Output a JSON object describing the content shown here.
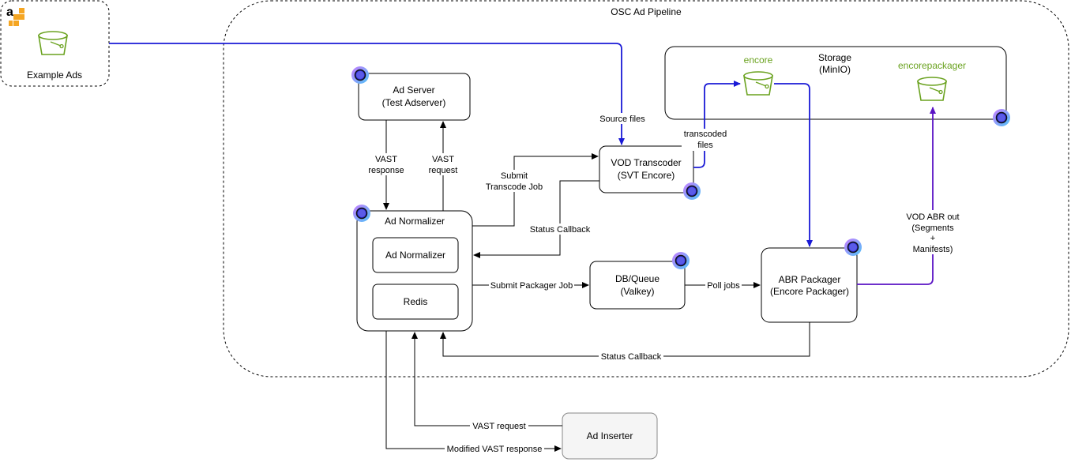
{
  "groups": {
    "pipeline": "OSC Ad Pipeline",
    "example_ads": "Example Ads",
    "storage": [
      "Storage",
      "(MinIO)"
    ]
  },
  "buckets": {
    "encore": "encore",
    "encorepackager": "encorepackager"
  },
  "nodes": {
    "ad_server": [
      "Ad Server",
      "(Test Adserver)"
    ],
    "vod_transcoder": [
      "VOD Transcoder",
      "(SVT Encore)"
    ],
    "ad_normalizer_outer": "Ad Normalizer",
    "ad_normalizer_inner": "Ad Normalizer",
    "redis": "Redis",
    "db_queue": [
      "DB/Queue",
      "(Valkey)"
    ],
    "abr_packager": [
      "ABR Packager",
      "(Encore Packager)"
    ],
    "ad_inserter": "Ad Inserter"
  },
  "edges": {
    "vast_response": [
      "VAST",
      "response"
    ],
    "vast_request_top": [
      "VAST",
      "request"
    ],
    "source_files": "Source files",
    "submit_transcode": [
      "Submit",
      "Transcode Job"
    ],
    "transcoded_files": [
      "transcoded",
      "files"
    ],
    "status_callback_top": "Status Callback",
    "submit_packager": "Submit Packager Job",
    "poll_jobs": "Poll jobs",
    "vod_abr_out": [
      "VOD ABR out",
      "(Segments",
      "+",
      "Manifests)"
    ],
    "status_callback_bottom": "Status Callback",
    "vast_request_bottom": "VAST request",
    "modified_vast_response": "Modified VAST response"
  },
  "colors": {
    "blue_flow": "#1a1ad6",
    "purple_flow": "#5a13c4",
    "bucket_green": "#6aa21f",
    "aws_orange": "#f5a623"
  }
}
